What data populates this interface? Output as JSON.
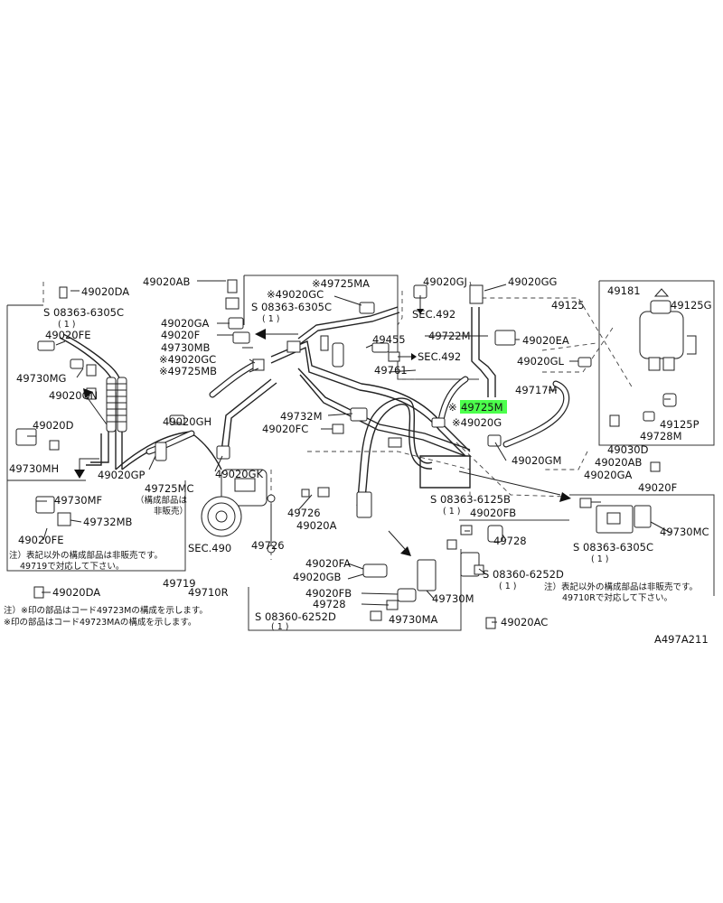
{
  "diagram_id": "A497A211",
  "highlight": "#4cff4c",
  "labels": {
    "p_49020DA_top": "49020DA",
    "p_08363_6305C_left": "S 08363-6305C",
    "p_qty_left": "( 1 )",
    "p_49020FE_top": "49020FE",
    "p_49730MG": "49730MG",
    "p_49020GN": "49020GN",
    "p_49020D": "49020D",
    "p_49730MH": "49730MH",
    "p_49020AB_top": "49020AB",
    "p_49725MA": "※49725MA",
    "p_49020GC_a": "※49020GC",
    "p_08363_6305C_mid": "S 08363-6305C",
    "p_qty_mid": "( 1 )",
    "p_49020GA_left": "49020GA",
    "p_49020F_left": "49020F",
    "p_49730MB": "49730MB",
    "p_49020GC_b": "※49020GC",
    "p_49725MB": "※49725MB",
    "p_49020GJ": "49020GJ",
    "p_49020GG": "49020GG",
    "p_49125": "49125",
    "p_49181": "49181",
    "p_49125G": "49125G",
    "p_sec492_a": "SEC.492",
    "p_49455": "49455",
    "p_49722M": "49722M",
    "p_49020EA": "49020EA",
    "p_sec492_b": "SEC.492",
    "p_49761": "49761",
    "p_49020GL": "49020GL",
    "p_49717M": "49717M",
    "p_49725M_star": "※",
    "p_49725M": "49725M",
    "p_49020G": "※49020G",
    "p_49732M": "49732M",
    "p_49020FC": "49020FC",
    "p_49020GH": "49020GH",
    "p_49125P": "49125P",
    "p_49728M": "49728M",
    "p_49030D": "49030D",
    "p_49020AB_right": "49020AB",
    "p_49020GM": "49020GM",
    "p_49020GA_right": "49020GA",
    "p_49020F_right": "49020F",
    "p_49730MC": "49730MC",
    "p_08363_6305C_right": "S 08363-6305C",
    "p_qty_right": "( 1 )",
    "p_49020GP": "49020GP",
    "p_49020GK": "49020GK",
    "p_49725MC": "49725MC",
    "p_49725MC_note1": "（構成部品は",
    "p_49725MC_note2": "非販売）",
    "p_49730MF": "49730MF",
    "p_49732MB": "49732MB",
    "p_49020FE_bot": "49020FE",
    "p_note_left1": "注）表記以外の構成部品は非販売です。",
    "p_note_left2": "49719で対応して下さい。",
    "p_49719": "49719",
    "p_sec490": "SEC.490",
    "p_49726_a": "49726",
    "p_49020A": "49020A",
    "p_49726_b": "49726",
    "p_08363_6125B": "S 08363-6125B",
    "p_qty_6125B": "( 1 )",
    "p_49020FB_a": "49020FB",
    "p_49728_a": "49728",
    "p_08360_6252D_a": "S 08360-6252D",
    "p_qty_6252D_a": "( 1 )",
    "p_49020FA": "49020FA",
    "p_49020GB": "49020GB",
    "p_49020FB_b": "49020FB",
    "p_49728_b": "49728",
    "p_08360_6252D_b": "S 08360-6252D",
    "p_qty_6252D_b": "( 1 )",
    "p_49730M": "49730M",
    "p_49730MA": "49730MA",
    "p_49710R": "49710R",
    "p_49020DA_bot": "49020DA",
    "p_49020AC": "49020AC",
    "p_note_right1": "注）表記以外の構成部品は非販売です。",
    "p_note_right2": "49710Rで対応して下さい。",
    "p_footnote1": "注）※印の部品はコード49723Mの構成を示します。",
    "p_footnote2": "※印の部品はコード49723MAの構成を示します。"
  }
}
